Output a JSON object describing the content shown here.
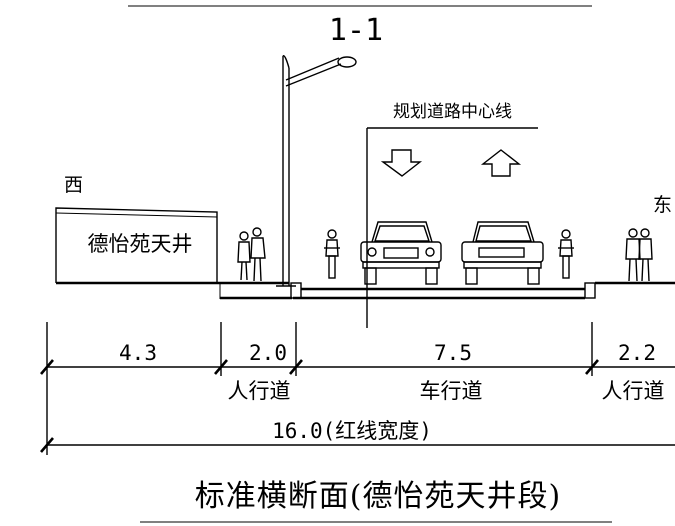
{
  "section_label": "1-1",
  "centerline_label": "规划道路中心线",
  "west_label": "西",
  "east_label": "东",
  "building_label": "德怡苑天井",
  "dims": {
    "building_width": "4.3",
    "west_sidewalk_width": "2.0",
    "carriageway_width": "7.5",
    "east_sidewalk_width": "2.2",
    "total_width": "16.0(红线宽度)"
  },
  "zone_labels": {
    "west_sidewalk": "人行道",
    "carriageway": "车行道",
    "east_sidewalk": "人行道"
  },
  "caption": "标准横断面(德怡苑天井段)"
}
